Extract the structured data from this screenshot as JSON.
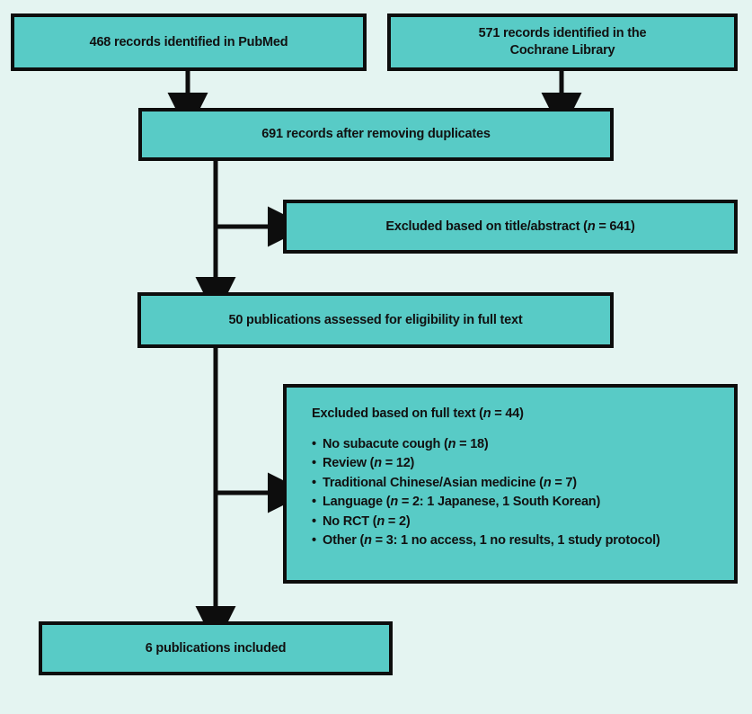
{
  "figure": {
    "type": "prisma-flow-diagram",
    "background_color": "#e4f4f1",
    "box_fill_color": "#58cbc6",
    "box_border_color": "#0d0d0d",
    "text_color": "#111111"
  },
  "boxes": {
    "pubmed": {
      "text": "468 records identified in PubMed",
      "count": 468
    },
    "cochrane": {
      "line1": "571 records identified in the",
      "line2": "Cochrane Library",
      "count": 571
    },
    "dedup": {
      "text": "691 records after removing duplicates",
      "count": 691
    },
    "excluded_title_abstract": {
      "prefix": "Excluded based on title/abstract (",
      "n_italic": "n",
      "equals": " = 641)",
      "count": 641
    },
    "eligibility": {
      "text": "50 publications assessed for eligibility in full text",
      "count": 50
    },
    "excluded_full_text": {
      "heading_prefix": "Excluded based on full text (",
      "heading_n": "n",
      "heading_suffix": " = 44)",
      "count": 44,
      "reasons": [
        {
          "bullet": "•",
          "label": "No subacute cough (",
          "n": "n",
          "suffix": " = 18)",
          "count": 18
        },
        {
          "bullet": "•",
          "label": "Review (",
          "n": "n",
          "suffix": " = 12)",
          "count": 12
        },
        {
          "bullet": "•",
          "label": "Traditional Chinese/Asian medicine (",
          "n": "n",
          "suffix": " = 7)",
          "count": 7
        },
        {
          "bullet": "•",
          "label": "Language (",
          "n": "n",
          "suffix": " = 2: 1 Japanese, 1 South Korean)",
          "count": 2
        },
        {
          "bullet": "•",
          "label": "No RCT (",
          "n": "n",
          "suffix": " = 2)",
          "count": 2
        },
        {
          "bullet": "•",
          "label": "Other (",
          "n": "n",
          "suffix": " = 3: 1 no access, 1 no results, 1 study protocol)",
          "count": 3
        }
      ]
    },
    "included": {
      "text": "6 publications included",
      "count": 6
    }
  },
  "connectors": [
    {
      "name": "pubmed-to-dedup",
      "kind": "arrow-down"
    },
    {
      "name": "cochrane-to-dedup",
      "kind": "arrow-down"
    },
    {
      "name": "dedup-to-excluded-title",
      "kind": "elbow-right-arrow"
    },
    {
      "name": "dedup-to-eligibility",
      "kind": "arrow-down"
    },
    {
      "name": "eligibility-to-excluded-full",
      "kind": "elbow-right-arrow"
    },
    {
      "name": "eligibility-to-included",
      "kind": "arrow-down"
    }
  ]
}
